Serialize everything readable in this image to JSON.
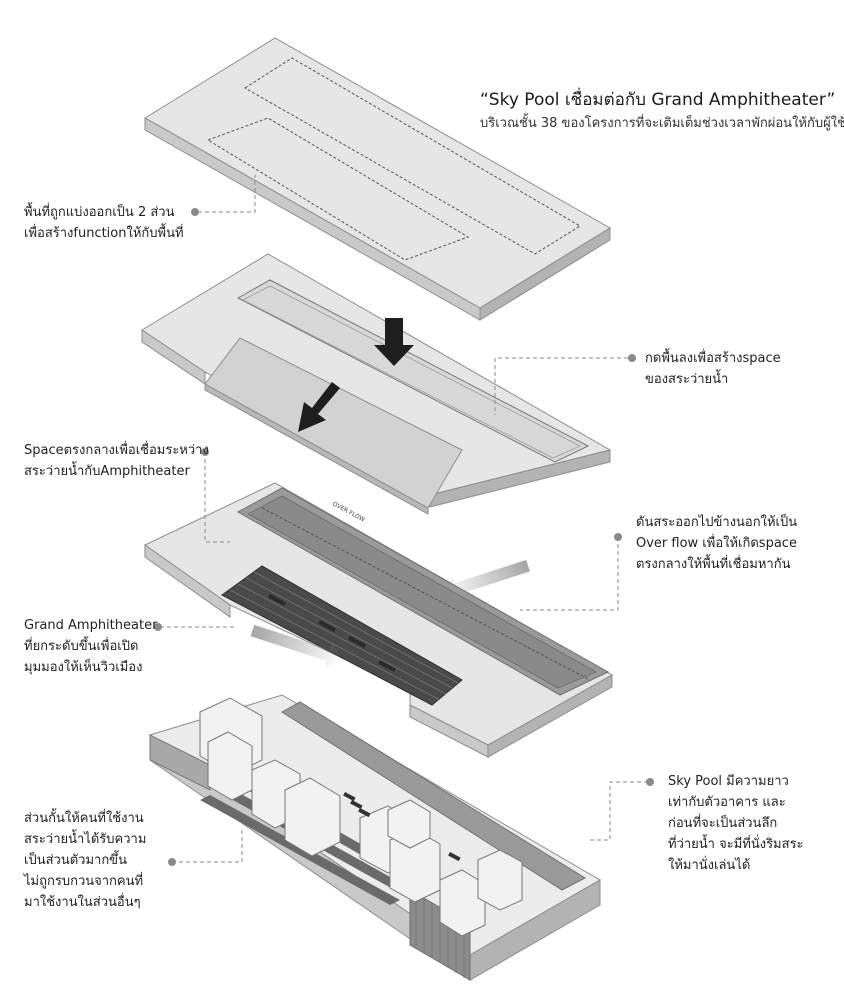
{
  "header": {
    "title": "“Sky Pool เชื่อมต่อกับ Grand Amphitheater”",
    "subtitle": "บริเวณชั้น 38 ของโครงการที่จะเติมเต็มช่วงเวลาพักผ่อนให้กับผู้ใช้"
  },
  "annotations": {
    "split_area": [
      "พื้นที่ถูกแบ่งออกเป็น 2 ส่วน",
      "เพื่อสร้างfunctionให้กับพื้นที่"
    ],
    "press_down": [
      "กดพื้นลงเพื่อสร้างspace",
      "ของสระว่ายน้ำ"
    ],
    "center_space": [
      "Spaceตรงกลางเพื่อเชื่อมระหว่าง",
      "สระว่ายน้ำกับAmphitheater"
    ],
    "push_out": [
      "ดันสระออกไปข้างนอกให้เป็น",
      "Over flow เพื่อให้เกิดspace",
      "ตรงกลางให้พื้นที่เชื่อมหากัน"
    ],
    "amphitheater": [
      "Grand Amphitheater",
      "ที่ยกระดับขึ้นเพื่อเปิด",
      "มุมมองให้เห็นวิวเมือง"
    ],
    "sky_pool": [
      "Sky Pool มีความยาว",
      "เท่ากับตัวอาคาร และ",
      "ก่อนที่จะเป็นส่วนลึก",
      "ที่ว่ายน้ำ จะมีที่นั่งริมสระ",
      "ให้มานั่งเล่นได้"
    ],
    "partition": [
      "ส่วนกั้นให้คนที่ใช้งาน",
      "สระว่ายน้ำได้รับความ",
      "เป็นส่วนตัวมากขึ้น",
      "ไม่ถูกรบกวนจากคนที่",
      "มาใช้งานในส่วนอื่นๆ"
    ]
  },
  "tags": {
    "overflow": "OVER FLOW"
  },
  "colors": {
    "slab_top": "#e6e6e6",
    "slab_side": "#c4c4c4",
    "slab_edge": "#9a9a9a",
    "pool": "#8f8f8f",
    "seat": "#4a4a4a",
    "leader": "#8a8a8a",
    "arrow": "#1e1e1e"
  }
}
